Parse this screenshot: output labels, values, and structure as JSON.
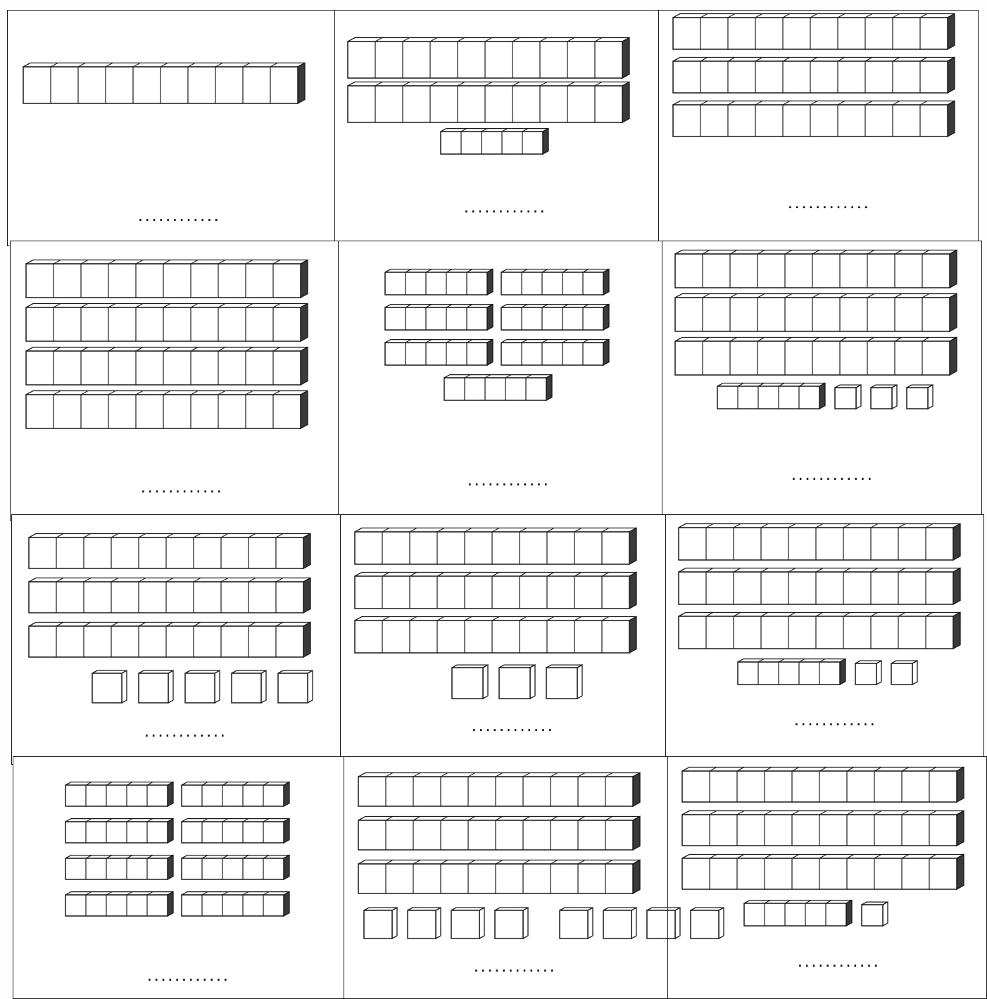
{
  "answer_placeholder": "............",
  "cells": [
    {
      "tens": 1,
      "fives": 0,
      "ones": 0
    },
    {
      "tens": 2,
      "fives": 1,
      "ones": 0
    },
    {
      "tens": 3,
      "fives": 0,
      "ones": 0
    },
    {
      "tens": 4,
      "fives": 0,
      "ones": 0
    },
    {
      "tens": 0,
      "fives": 7,
      "ones": 0
    },
    {
      "tens": 3,
      "fives": 1,
      "ones": 3
    },
    {
      "tens": 3,
      "fives": 0,
      "ones": 5
    },
    {
      "tens": 3,
      "fives": 0,
      "ones": 3
    },
    {
      "tens": 3,
      "fives": 1,
      "ones": 2
    },
    {
      "tens": 0,
      "fives": 8,
      "ones": 0
    },
    {
      "tens": 3,
      "fives": 0,
      "ones": 8
    },
    {
      "tens": 3,
      "fives": 1,
      "ones": 1
    }
  ]
}
